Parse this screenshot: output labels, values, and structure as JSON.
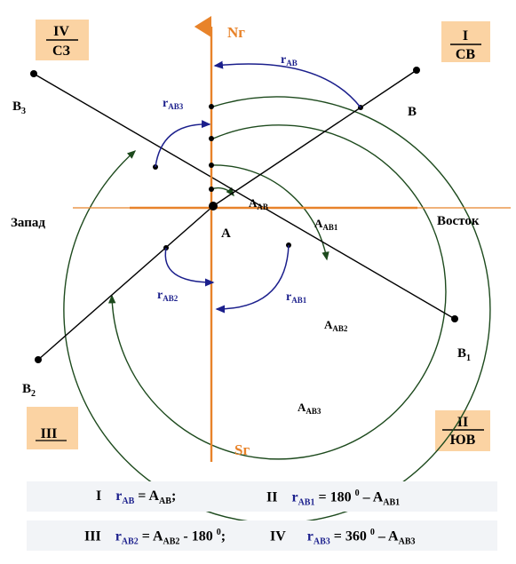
{
  "quadrants": {
    "q1": {
      "numeral": "I",
      "abbr": "СВ"
    },
    "q2": {
      "numeral": "II",
      "abbr": "ЮВ"
    },
    "q3": {
      "numeral": "III"
    },
    "q4": {
      "numeral": "IV",
      "abbr": "СЗ"
    }
  },
  "axes": {
    "north": "Nг",
    "south": "Sг",
    "west": "Запад",
    "east": "Восток"
  },
  "points": {
    "origin": "A",
    "b": "B",
    "b1": {
      "base": "B",
      "sub": "1"
    },
    "b2": {
      "base": "B",
      "sub": "2"
    },
    "b3": {
      "base": "B",
      "sub": "3"
    }
  },
  "angles": {
    "r_ab": {
      "base": "r",
      "sub": "AB"
    },
    "r_ab1": {
      "base": "r",
      "sub": "AB1"
    },
    "r_ab2": {
      "base": "r",
      "sub": "AB2"
    },
    "r_ab3": {
      "base": "r",
      "sub": "AB3"
    },
    "a_ab": {
      "base": "A",
      "sub": "AB"
    },
    "a_ab1": {
      "base": "A",
      "sub": "AB1"
    },
    "a_ab2": {
      "base": "A",
      "sub": "AB2"
    },
    "a_ab3": {
      "base": "A",
      "sub": "AB3"
    }
  },
  "formulas": {
    "row1": {
      "q1": {
        "numeral": "I",
        "lhs": "r",
        "lhs_sub": "AB",
        "eq": " = A",
        "rhs_sub": "AB",
        "tail": ";"
      },
      "q2": {
        "numeral": "II",
        "lhs": "r",
        "lhs_sub": "AB1",
        "eq": " = 180 ",
        "deg": "0",
        "minus": " – A",
        "rhs_sub": "AB1"
      }
    },
    "row2": {
      "q3": {
        "numeral": "III",
        "lhs": "r",
        "lhs_sub": "AB2",
        "eq": " = A",
        "rhs_sub": "AB2",
        "minus": " - 180 ",
        "deg": "0",
        "tail": ";"
      },
      "q4": {
        "numeral": "IV",
        "lhs": "r",
        "lhs_sub": "AB3",
        "eq": " = 360 ",
        "deg": "0",
        "minus": " – A",
        "rhs_sub": "AB3"
      }
    }
  },
  "colors": {
    "axis": "#e8832a",
    "label_box": "#fbd3a3",
    "arc": "#1d4a1d",
    "bearing": "#1b1f8c",
    "band": "#f2f4f7"
  }
}
